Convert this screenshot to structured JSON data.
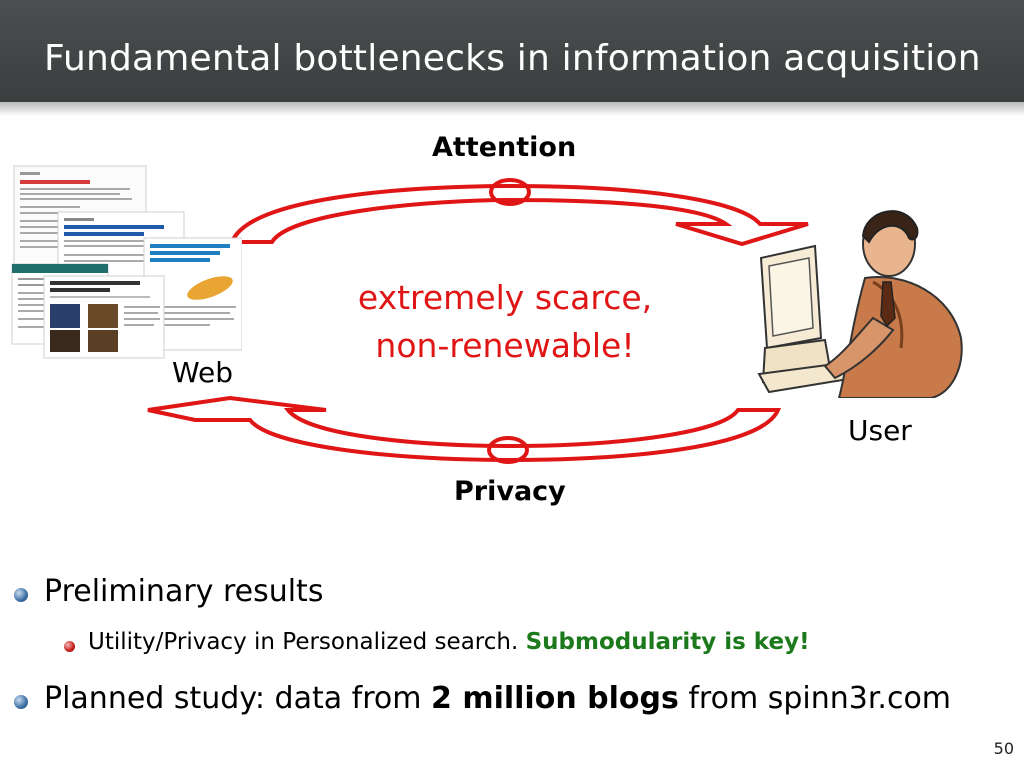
{
  "slide": {
    "title": "Fundamental bottlenecks in information acquisition",
    "page_number": "50"
  },
  "diagram": {
    "top_label": "Attention",
    "bottom_label": "Privacy",
    "left_label": "Web",
    "right_label": "User",
    "center_line1": "extremely scarce,",
    "center_line2": "non-renewable!",
    "arrow_color": "#e01515",
    "center_text_color": "#e01515"
  },
  "bullets": {
    "item1": "Preliminary results",
    "item1_sub_prefix": "Utility/Privacy in Personalized search. ",
    "item1_sub_emphasis": "Submodularity is key!",
    "item2_prefix": "Planned study: data from ",
    "item2_bold": "2 million blogs",
    "item2_suffix": " from spinn3r.com",
    "emphasis_color": "#1c7a1c"
  }
}
